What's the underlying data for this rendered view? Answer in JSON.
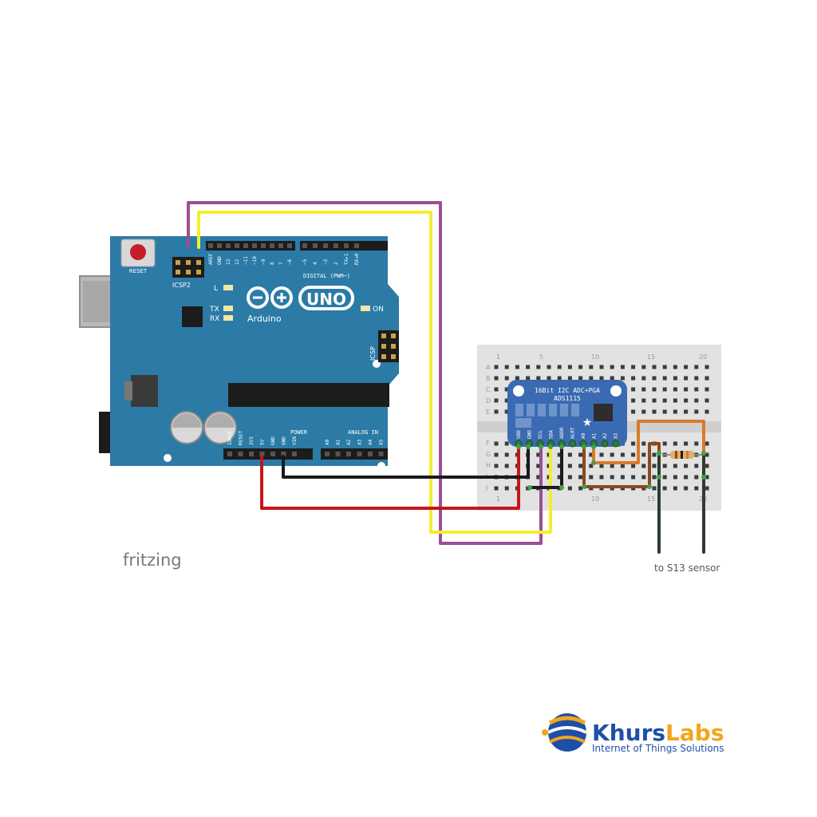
{
  "arduino": {
    "reset_label": "RESET",
    "icsp2_label": "ICSP2",
    "icsp_label": "ICSP",
    "led_l": "L",
    "led_tx": "TX",
    "led_rx": "RX",
    "led_on": "ON",
    "logo_uno": "UNO",
    "logo_text": "Arduino",
    "digital_label": "DIGITAL (PWM~)",
    "power_label": "POWER",
    "analog_label": "ANALOG IN",
    "top_pins": [
      "AREF",
      "GND",
      "13",
      "12",
      "~11",
      "~10",
      "~9",
      "8",
      "7",
      "~6",
      "~5",
      "4",
      "~3",
      "2",
      "TX▸1",
      "RX◂0"
    ],
    "power_pins": [
      "IOREF",
      "RESET",
      "3V3",
      "5V",
      "GND",
      "GND",
      "VIN"
    ],
    "analog_pins": [
      "A0",
      "A1",
      "A2",
      "A3",
      "A4",
      "A5"
    ]
  },
  "module": {
    "title_line1": "16Bit I2C ADC+PGA",
    "title_line2": "ADS1115",
    "pins": [
      "VDD",
      "GND",
      "SCL",
      "SDA",
      "ADDR",
      "ALRT",
      "A0",
      "A1",
      "A2",
      "A3"
    ]
  },
  "breadboard": {
    "row_letters_top": [
      "A",
      "B",
      "C",
      "D",
      "E"
    ],
    "row_letters_bottom": [
      "F",
      "G",
      "H",
      "I",
      "J"
    ],
    "col_numbers": [
      "1",
      "5",
      "10",
      "15",
      "20"
    ]
  },
  "labels": {
    "fritzing": "fritzing",
    "sensor_note": "to S13 sensor"
  },
  "brand": {
    "name_part1": "Khurs",
    "name_part2": "Labs",
    "tagline": "Internet of Things Solutions",
    "color_primary": "#1e4fa8",
    "color_accent": "#f4a51c"
  },
  "wire_colors": {
    "purple": "#9b4f96",
    "yellow": "#f2ee2f",
    "red": "#c4161c",
    "black": "#1a1a1a",
    "orange": "#d97a2b",
    "brown": "#8b4a1c",
    "green_lead": "#2f3b2f"
  },
  "colors": {
    "board": "#2b7ba6",
    "board_dark": "#1f5f84",
    "module": "#3a6bb2",
    "breadboard": "#e2e2e2"
  }
}
